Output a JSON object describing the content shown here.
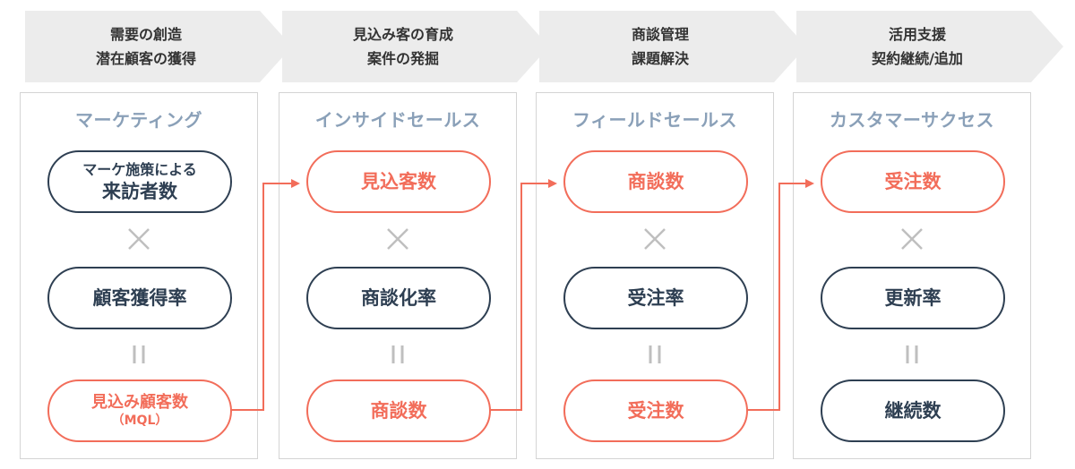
{
  "stages": [
    {
      "line1": "需要の創造",
      "line2": "潜在顧客の獲得"
    },
    {
      "line1": "見込み客の育成",
      "line2": "案件の発掘"
    },
    {
      "line1": "商談管理",
      "line2": "課題解決"
    },
    {
      "line1": "活用支援",
      "line2": "契約継続/追加"
    }
  ],
  "columns": [
    {
      "title": "マーケティング",
      "top": {
        "line1": "マーケ施策による",
        "line2": "来訪者数"
      },
      "middle": "顧客獲得率",
      "bottom": {
        "line1": "見込み顧客数",
        "line2": "（MQL）"
      }
    },
    {
      "title": "インサイドセールス",
      "top": "見込客数",
      "middle": "商談化率",
      "bottom": "商談数"
    },
    {
      "title": "フィールドセールス",
      "top": "商談数",
      "middle": "受注率",
      "bottom": "受注数"
    },
    {
      "title": "カスタマーサクセス",
      "top": "受注数",
      "middle": "更新率",
      "bottom": "継続数"
    }
  ],
  "colors": {
    "accent": "#f26d5a",
    "dark": "#2e3f52",
    "title": "#8aa0b8",
    "stage_bg": "#ececec",
    "border": "#d4d4d4",
    "operator": "#bfbfbf"
  }
}
